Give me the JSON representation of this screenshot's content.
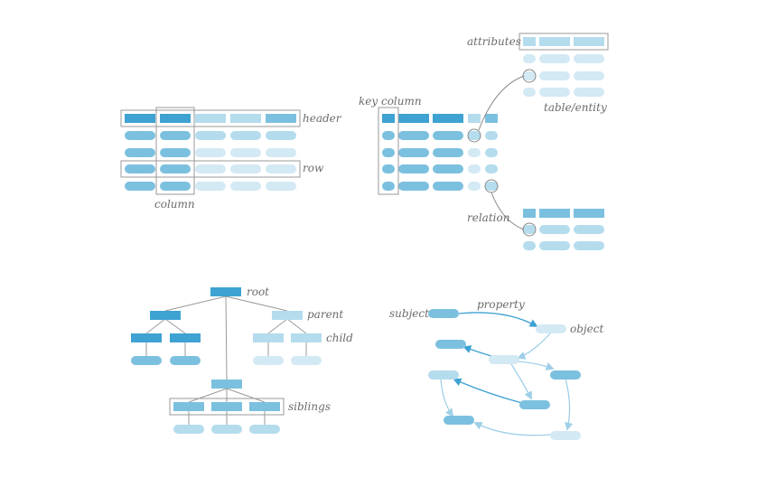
{
  "colors": {
    "dark": "#3ea2d2",
    "mid": "#7cc0df",
    "light": "#b4dced",
    "pale": "#d3e9f4",
    "frame": "#999999",
    "line": "#9a9a9a",
    "arrow_dark": "#3ea2d2",
    "arrow_light": "#9fd0e8"
  },
  "table": {
    "header_label": "header",
    "row_label": "row",
    "column_label": "column"
  },
  "relational": {
    "attributes_label": "attributes",
    "table_entity_label": "table/entity",
    "key_column_label": "key column",
    "relation_label": "relation"
  },
  "tree": {
    "root_label": "root",
    "parent_label": "parent",
    "child_label": "child",
    "siblings_label": "siblings"
  },
  "graph": {
    "subject_label": "subject",
    "property_label": "property",
    "object_label": "object"
  }
}
